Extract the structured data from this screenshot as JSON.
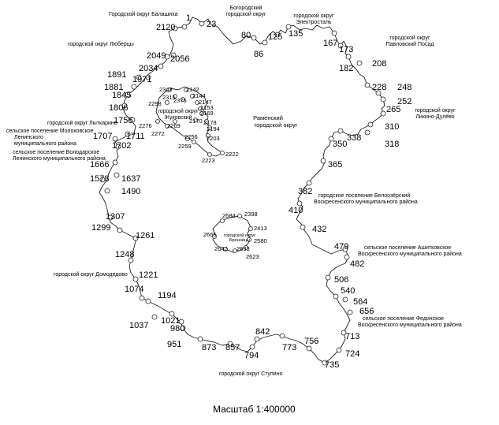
{
  "map": {
    "scale_label": "Масштаб 1:400000",
    "center_label": [
      "Раменский",
      "городской округ"
    ]
  },
  "neighbors": [
    [
      "Городской округ Балашиха"
    ],
    [
      "Богородский",
      "городской округ"
    ],
    [
      "городской округ",
      "Электросталь"
    ],
    [
      "городской округ",
      "Павловский Посад"
    ],
    [
      "городской округ Люберцы"
    ],
    [
      "городской округ",
      "Ликино-Дулёво"
    ],
    [
      "городской округ",
      "Жуковский"
    ],
    [
      "городской округ Лыткарино"
    ],
    [
      "сельское поселение Молоковское",
      "Ленинского",
      "муниципального района"
    ],
    [
      "сельское поселение Володарское",
      "Ленинского муниципального района"
    ],
    [
      "городское поселение Белоозёрский",
      "Воскресенского муниципального района"
    ],
    [
      "сельское поселение Ашитковское",
      "Воскресенского муниципального района"
    ],
    [
      "городской округ",
      "Бронницы"
    ],
    [
      "городской округ Домодедово"
    ],
    [
      "сельское поселение Фединское",
      "Воскресенского муниципального района"
    ],
    [
      "городской округ Ступино"
    ]
  ],
  "outer_points": [
    "1",
    "23",
    "80",
    "86",
    "125",
    "135",
    "167",
    "173",
    "182",
    "208",
    "228",
    "248",
    "252",
    "265",
    "310",
    "318",
    "338",
    "350",
    "365",
    "382",
    "410",
    "432",
    "479",
    "482",
    "506",
    "540",
    "564",
    "656",
    "713",
    "724",
    "735",
    "756",
    "773",
    "794",
    "842",
    "857",
    "873",
    "951",
    "980",
    "1021",
    "1037",
    "1074",
    "1194",
    "1221",
    "1248",
    "1261",
    "1299",
    "1307",
    "1490",
    "1578",
    "1637",
    "1666",
    "1702",
    "1707",
    "1711",
    "1756",
    "1806",
    "1845",
    "1881",
    "1891",
    "1971",
    "2034",
    "2049",
    "2056",
    "2120"
  ],
  "zhukovsky_points": [
    "2142",
    "2144",
    "2147",
    "2153",
    "2169",
    "2170",
    "2178",
    "2194",
    "2203",
    "2222",
    "2223",
    "2256",
    "2259",
    "2269",
    "2272",
    "2276",
    "2298",
    "2315",
    "2343",
    "2376"
  ],
  "bronnitsy_points": [
    "2398",
    "2413",
    "2580",
    "2623",
    "2633",
    "2642",
    "2665",
    "2684"
  ]
}
